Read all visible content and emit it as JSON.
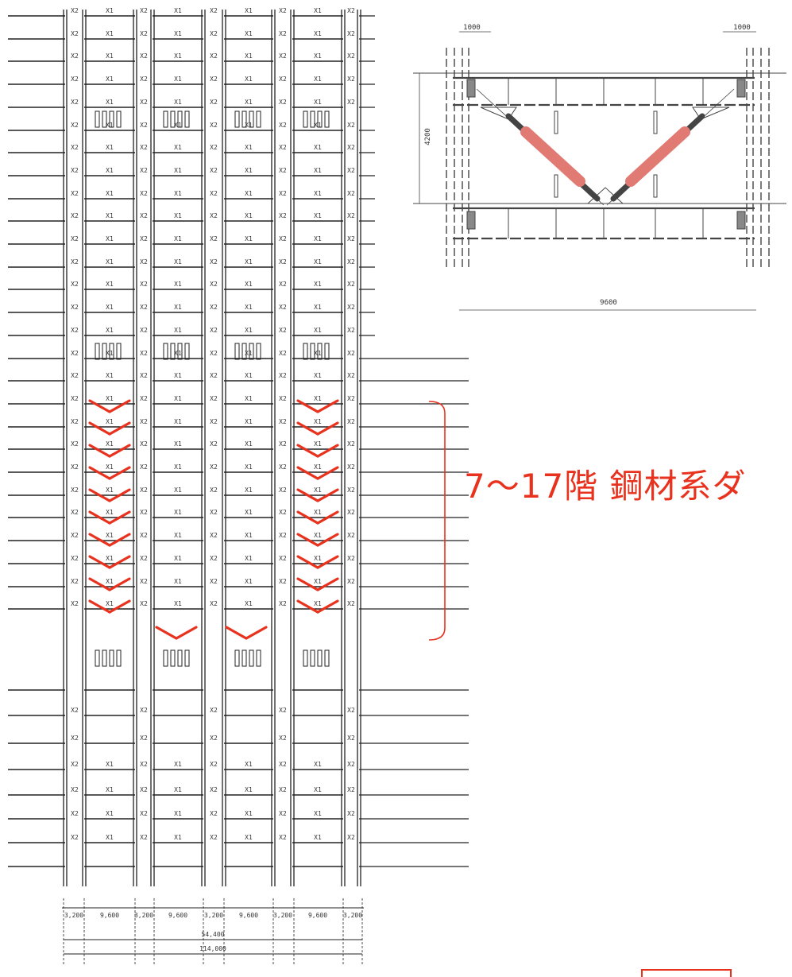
{
  "elevation": {
    "beam_labels": [
      "X1",
      "X2"
    ],
    "dims": [
      "3,200",
      "9,600",
      "3,200",
      "9,600",
      "3,200",
      "9,600",
      "3,200",
      "9,600",
      "3,200"
    ],
    "total_width": "54,400",
    "bottom_width": "114,000"
  },
  "detail": {
    "dim_left": "1000",
    "dim_right": "1000",
    "dim_height": "4200",
    "dim_width": "9600"
  },
  "annotation": {
    "text": "7～17階  鋼材系ダ"
  },
  "colors": {
    "brace": "#e8321e",
    "damper_fill": "#e07a72",
    "line": "#222222"
  }
}
